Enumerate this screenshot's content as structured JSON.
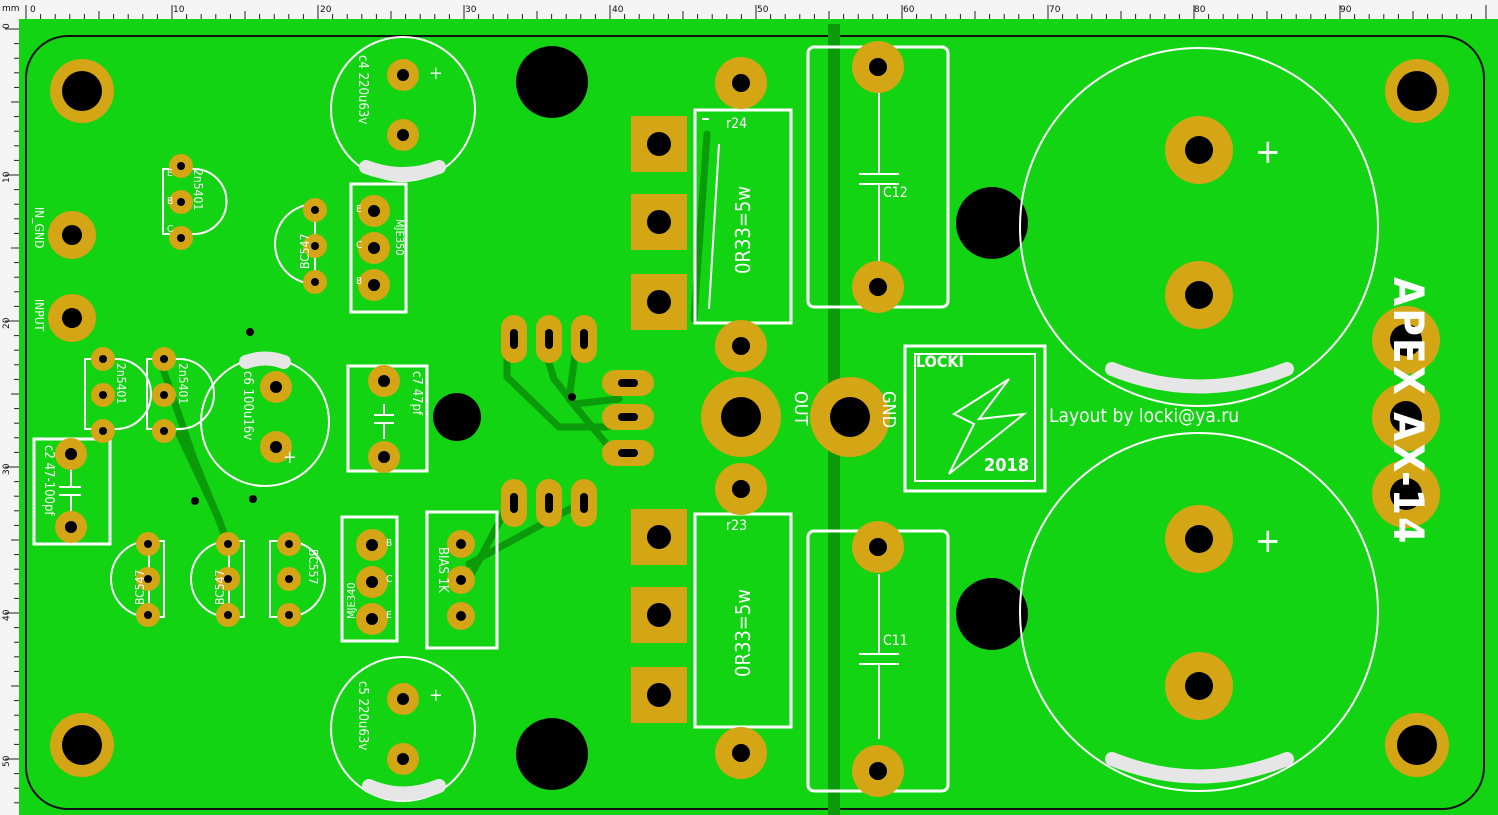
{
  "ruler": {
    "unit": "mm",
    "top_ticks": [
      "0",
      "10",
      "20",
      "30",
      "40",
      "50",
      "60",
      "70",
      "80",
      "90"
    ],
    "left_ticks": [
      "0",
      "10",
      "20",
      "30",
      "40",
      "50"
    ]
  },
  "board": {
    "title": "APEX AX-14",
    "credit": "Layout by locki@ya.ru",
    "logo_text_top": "LOCKI",
    "logo_year": "2018",
    "colors": {
      "board": "#12d412",
      "copper": "#d4a514",
      "trace": "#0a9a0a",
      "silk": "#ffffff",
      "hole": "#000000"
    }
  },
  "labels": {
    "in_gnd": "IN_GND",
    "input": "INPUT",
    "out": "OUT",
    "gnd": "GND",
    "bias": "BIAS 1K",
    "r24": "r24",
    "r23": "r23",
    "r_val": "0R33=5w",
    "c12": "C12",
    "c11": "C11",
    "c4": "c4 220u63v",
    "c5": "c5 220u63v",
    "c6": "c6 100u16v",
    "c7": "c7 47pf",
    "c2": "c2 47-100pf",
    "q_2n5401": "2n5401",
    "q_bc547": "BC547",
    "q_bc557": "BC557",
    "q_mje350": "MJE350",
    "q_mje340": "MJE340",
    "pin_e": "E",
    "pin_b": "B",
    "pin_c": "C",
    "plus": "+"
  }
}
